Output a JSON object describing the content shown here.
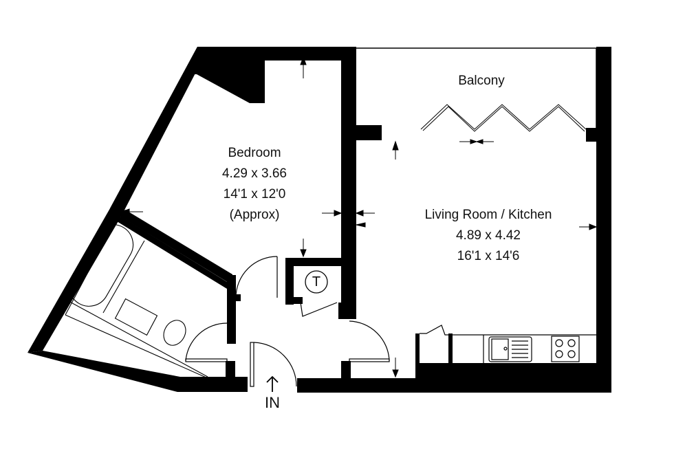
{
  "plan": {
    "wall_color": "#000000",
    "background": "#ffffff",
    "rooms": {
      "bedroom": {
        "name": "Bedroom",
        "metric": "4.29 x 3.66",
        "imperial": "14'1 x 12'0",
        "note": "(Approx)"
      },
      "living": {
        "name": "Living Room / Kitchen",
        "metric": "4.89 x 4.42",
        "imperial": "16'1 x 14'6"
      },
      "balcony": {
        "name": "Balcony"
      }
    },
    "cupboard_symbol": "T",
    "entrance_label": "IN",
    "icons": {
      "entrance": "up-arrow-icon",
      "tank": "circle-T-icon",
      "hob": "four-burner-hob-icon",
      "sink": "sink-drainer-icon"
    }
  }
}
